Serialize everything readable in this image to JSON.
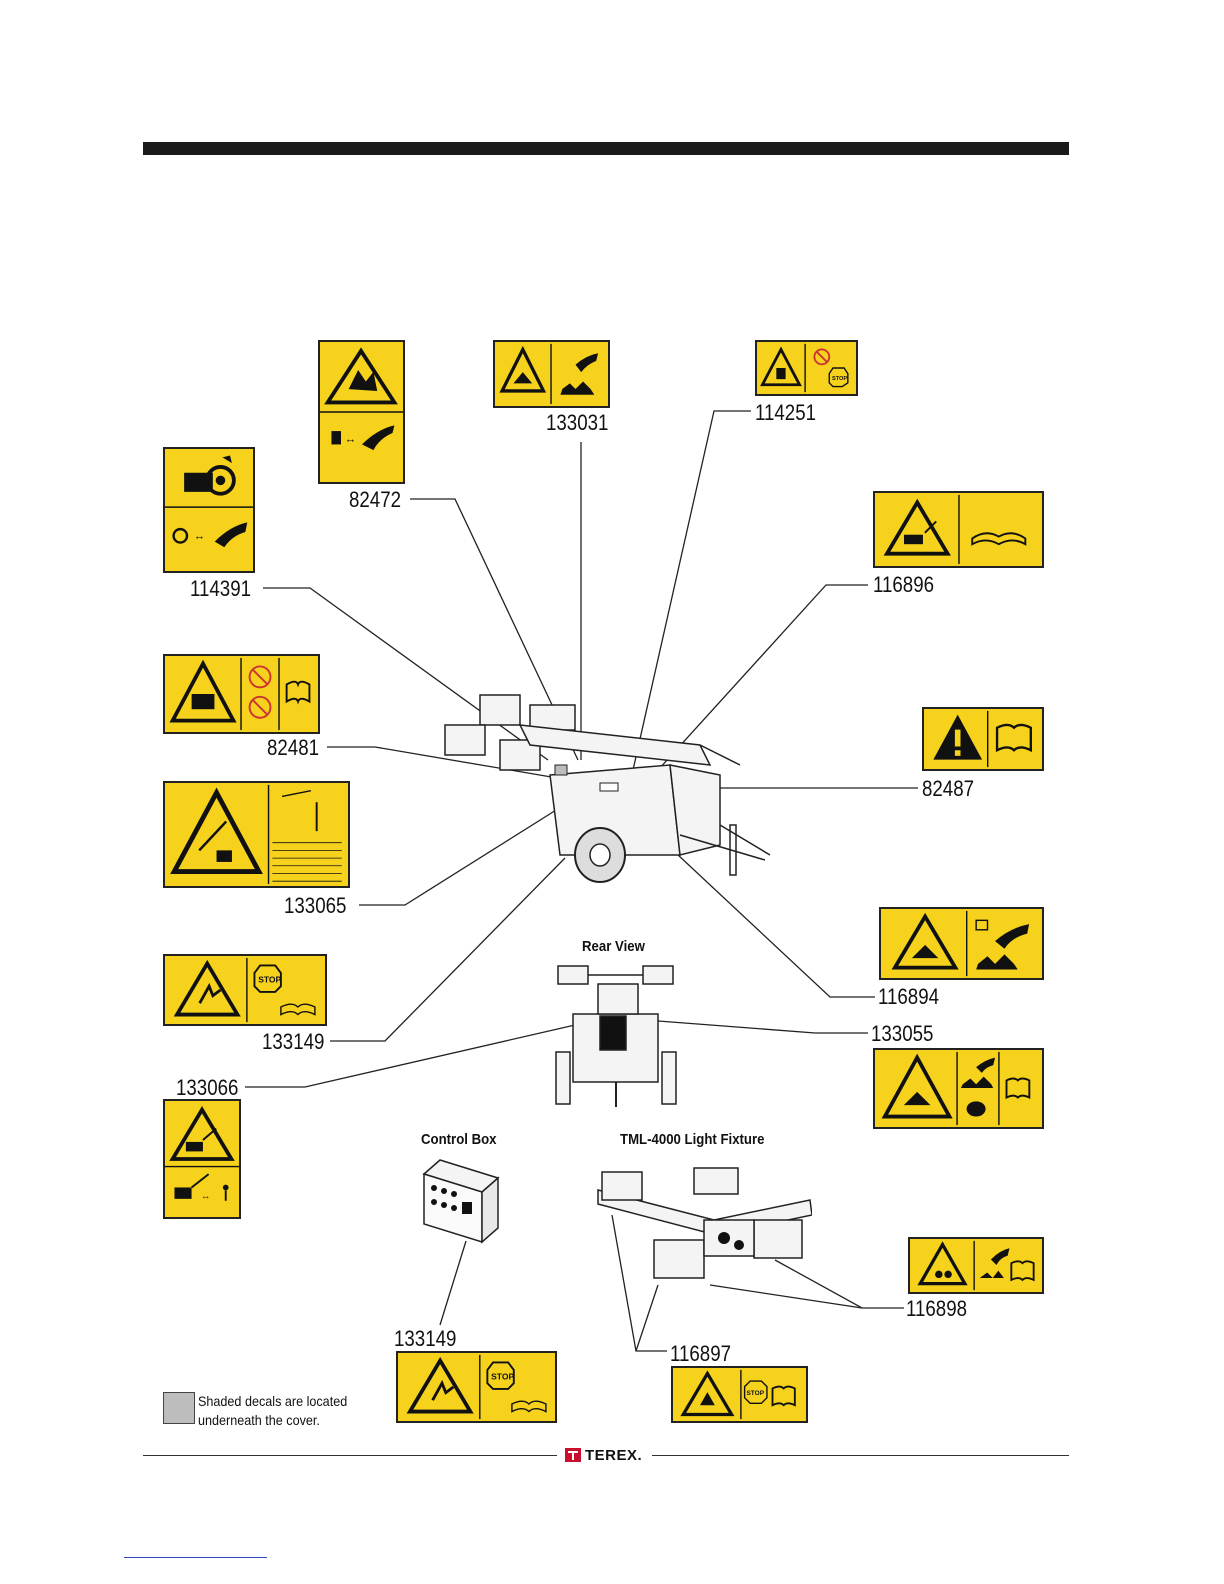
{
  "part_numbers": {
    "p82472": "82472",
    "p133031": "133031",
    "p114251": "114251",
    "p114391": "114391",
    "p116896": "116896",
    "p82481": "82481",
    "p82487": "82487",
    "p133065": "133065",
    "p116894": "116894",
    "p133149_main": "133149",
    "p133055": "133055",
    "p133066": "133066",
    "p116898": "116898",
    "p133149_box": "133149",
    "p116897": "116897"
  },
  "captions": {
    "rear_view": "Rear View",
    "control_box": "Control Box",
    "light_fixture": "TML-4000 Light Fixture"
  },
  "legend": {
    "line1": "Shaded decals are located",
    "line2": "underneath the cover."
  },
  "footer": {
    "brand": "TEREX."
  },
  "colors": {
    "decal_yellow": "#f6d21d",
    "ink": "#111111",
    "shade_gray": "#bdbdbd"
  },
  "icons": {
    "warning": "warning-triangle-icon",
    "manual": "manual-book-icon",
    "stop": "stop-sign-icon",
    "hand": "hand-icon"
  }
}
